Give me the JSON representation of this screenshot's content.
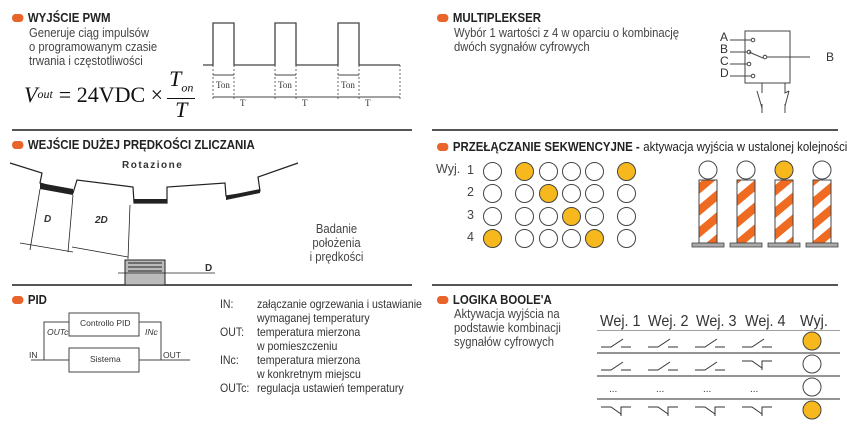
{
  "pwm": {
    "title": "WYJŚCIE PWM",
    "desc": [
      "Generuje ciąg impulsów",
      "o programowanym czasie",
      "trwania i częstotliwości"
    ],
    "formula": {
      "lhs": "V",
      "lhs_sub": "out",
      "mid": "= 24VDC ×",
      "num": "T",
      "num_sub": "on",
      "den": "T"
    },
    "ton_label": "Ton",
    "t_label": "T"
  },
  "counter": {
    "title": "WEJŚCIE DUŻEJ PRĘDKOŚCI ZLICZANIA",
    "rotation": "Rotazione",
    "d": "D",
    "d2": "2D",
    "desc": [
      "Badanie położenia",
      "i prędkości"
    ]
  },
  "pid": {
    "title": "PID",
    "block_controller": "Controllo PID",
    "block_system": "Sistema",
    "in": "IN",
    "out": "OUT",
    "inc": "INc",
    "outc": "OUTc",
    "legend": [
      {
        "key": "IN:",
        "lines": [
          "załączanie ogrzewania i ustawianie",
          "wymaganej temperatury"
        ]
      },
      {
        "key": "OUT:",
        "lines": [
          "temperatura mierzona",
          "w pomieszczeniu"
        ]
      },
      {
        "key": "INc:",
        "lines": [
          "temperatura mierzona",
          "w konkretnym miejscu"
        ]
      },
      {
        "key": "OUTc:",
        "lines": [
          "regulacja ustawień temperatury"
        ]
      }
    ]
  },
  "mux": {
    "title": "MULTIPLEKSER",
    "desc": [
      "Wybór 1 wartości z 4 w oparciu o kombinację",
      "dwóch sygnałów cyfrowych"
    ],
    "inputs": [
      "A",
      "B",
      "C",
      "D"
    ],
    "output": "B"
  },
  "seq": {
    "title": "PRZEŁĄCZANIE SEKWENCYJNE -",
    "subtitle": "aktywacja wyjścia w ustalonej kolejności",
    "row_label": "Wyj.",
    "rows": [
      {
        "n": "1",
        "states": [
          0,
          1,
          0,
          0,
          0,
          1
        ]
      },
      {
        "n": "2",
        "states": [
          0,
          0,
          1,
          0,
          0,
          0
        ]
      },
      {
        "n": "3",
        "states": [
          0,
          0,
          0,
          1,
          0,
          0
        ]
      },
      {
        "n": "4",
        "states": [
          1,
          0,
          0,
          0,
          1,
          0
        ]
      }
    ],
    "posts": [
      0,
      0,
      1,
      0
    ]
  },
  "bool": {
    "title": "LOGIKA BOOLE'A",
    "desc": [
      "Aktywacja wyjścia na",
      "podstawie kombinacji",
      "sygnałów cyfrowych"
    ],
    "headers": [
      "Wej. 1",
      "Wej. 2",
      "Wej. 3",
      "Wej. 4",
      "Wyj."
    ],
    "rows": [
      {
        "inputs": [
          "NO",
          "NO",
          "NO",
          "NO"
        ],
        "out": 1
      },
      {
        "inputs": [
          "NO",
          "NO",
          "NO",
          "NC"
        ],
        "out": 0
      },
      {
        "inputs": [
          "...",
          "...",
          "...",
          "..."
        ],
        "out": 0
      },
      {
        "inputs": [
          "NC",
          "NC",
          "NC",
          "NC"
        ],
        "out": 1
      }
    ]
  },
  "colors": {
    "accent": "#e8642a",
    "lamp_on": "#f6b81c",
    "stripe": "#f06b22"
  }
}
